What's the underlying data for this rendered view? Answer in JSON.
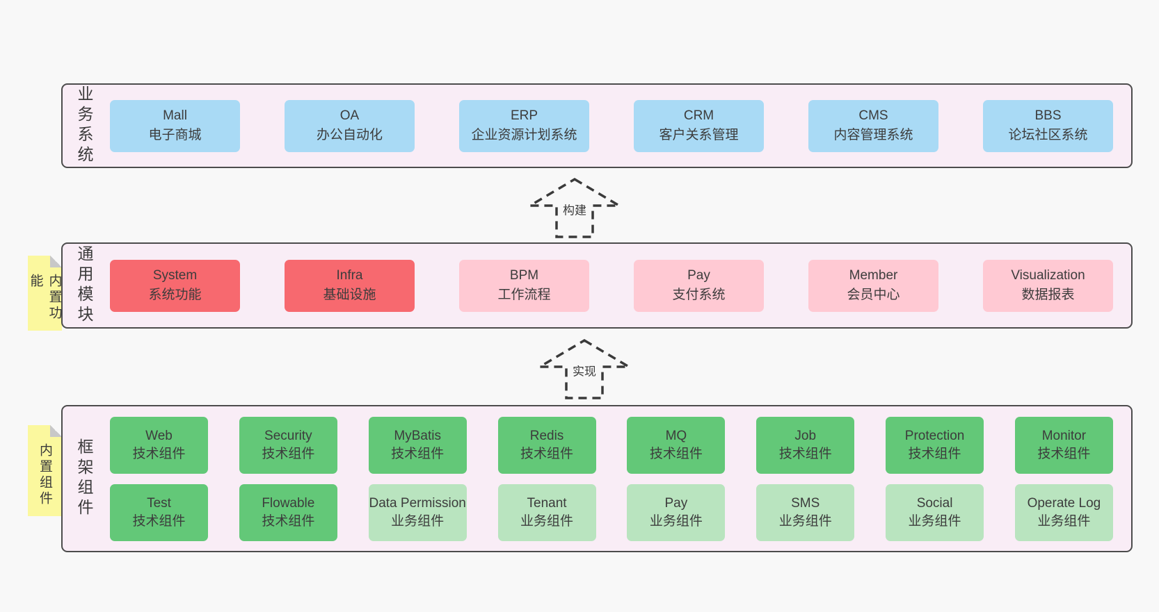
{
  "colors": {
    "page_bg": "#f8f8f8",
    "panel_bg": "#f9edf6",
    "panel_border": "#4c4c4c",
    "blue": "#a9daf5",
    "red": "#f7696f",
    "pink": "#ffc9d3",
    "green": "#63c878",
    "light_green": "#b9e4bf",
    "yellow_tag": "#fbf89e",
    "fold_gray": "#c8c8c8",
    "text": "#3c3c3c"
  },
  "layers": [
    {
      "label": "业务系统",
      "boxes": [
        {
          "title": "Mall",
          "subtitle": "电子商城"
        },
        {
          "title": "OA",
          "subtitle": "办公自动化"
        },
        {
          "title": "ERP",
          "subtitle": "企业资源计划系统"
        },
        {
          "title": "CRM",
          "subtitle": "客户关系管理"
        },
        {
          "title": "CMS",
          "subtitle": "内容管理系统"
        },
        {
          "title": "BBS",
          "subtitle": "论坛社区系统"
        }
      ]
    },
    {
      "label": "通用模块",
      "tag": "内置功能",
      "boxes": [
        {
          "title": "System",
          "subtitle": "系统功能",
          "variant": "red"
        },
        {
          "title": "Infra",
          "subtitle": "基础设施",
          "variant": "red"
        },
        {
          "title": "BPM",
          "subtitle": "工作流程",
          "variant": "pink"
        },
        {
          "title": "Pay",
          "subtitle": "支付系统",
          "variant": "pink"
        },
        {
          "title": "Member",
          "subtitle": "会员中心",
          "variant": "pink"
        },
        {
          "title": "Visualization",
          "subtitle": "数据报表",
          "variant": "pink"
        }
      ]
    },
    {
      "label": "框架组件",
      "tag": "内置组件",
      "rows": [
        [
          {
            "title": "Web",
            "subtitle": "技术组件",
            "variant": "green"
          },
          {
            "title": "Security",
            "subtitle": "技术组件",
            "variant": "green"
          },
          {
            "title": "MyBatis",
            "subtitle": "技术组件",
            "variant": "green"
          },
          {
            "title": "Redis",
            "subtitle": "技术组件",
            "variant": "green"
          },
          {
            "title": "MQ",
            "subtitle": "技术组件",
            "variant": "green"
          },
          {
            "title": "Job",
            "subtitle": "技术组件",
            "variant": "green"
          },
          {
            "title": "Protection",
            "subtitle": "技术组件",
            "variant": "green"
          },
          {
            "title": "Monitor",
            "subtitle": "技术组件",
            "variant": "green"
          }
        ],
        [
          {
            "title": "Test",
            "subtitle": "技术组件",
            "variant": "green"
          },
          {
            "title": "Flowable",
            "subtitle": "技术组件",
            "variant": "green"
          },
          {
            "title": "Data Permission",
            "subtitle": "业务组件",
            "variant": "light_green"
          },
          {
            "title": "Tenant",
            "subtitle": "业务组件",
            "variant": "light_green"
          },
          {
            "title": "Pay",
            "subtitle": "业务组件",
            "variant": "light_green"
          },
          {
            "title": "SMS",
            "subtitle": "业务组件",
            "variant": "light_green"
          },
          {
            "title": "Social",
            "subtitle": "业务组件",
            "variant": "light_green"
          },
          {
            "title": "Operate Log",
            "subtitle": "业务组件",
            "variant": "light_green"
          }
        ]
      ]
    }
  ],
  "arrows": [
    {
      "label": "构建"
    },
    {
      "label": "实现"
    }
  ]
}
